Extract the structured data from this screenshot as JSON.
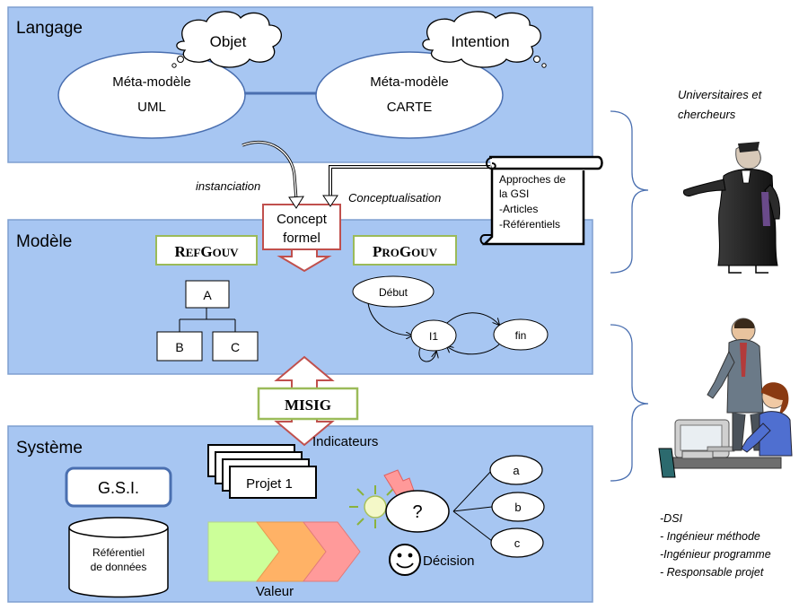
{
  "layers": {
    "langage": "Langage",
    "modele": "Modèle",
    "systeme": "Système"
  },
  "langage": {
    "cloud_left": "Objet",
    "cloud_right": "Intention",
    "meta_uml_line1": "Méta-modèle",
    "meta_uml_line2": "UML",
    "meta_carte_line1": "Méta-modèle",
    "meta_carte_line2": "CARTE"
  },
  "links": {
    "instanciation": "instanciation",
    "conceptualisation": "Conceptualisation"
  },
  "concept": {
    "line1": "Concept",
    "line2": "formel"
  },
  "scroll": {
    "lines": [
      "Approches de",
      "la GSI",
      "-Articles",
      "-Référentiels"
    ]
  },
  "modele": {
    "refgouv": {
      "big1": "R",
      "small1": "EF",
      "big2": "G",
      "small2": "OUV"
    },
    "progouv": {
      "big1": "P",
      "small1": "RO",
      "big2": "G",
      "small2": "OUV"
    },
    "tree": {
      "root": "A",
      "left": "B",
      "right": "C"
    },
    "states": {
      "start": "Début",
      "i1": "I1",
      "end": "fin"
    }
  },
  "misig": "MISIG",
  "systeme": {
    "indicateurs": "Indicateurs",
    "gsi": "G.S.I.",
    "projet": "Projet 1",
    "referentiel_line1": "Référentiel",
    "referentiel_line2": "de données",
    "question": "?",
    "options": [
      "a",
      "b",
      "c"
    ],
    "decision": "Décision",
    "valeur": "Valeur"
  },
  "actors": {
    "academic_line1": "Universitaires et",
    "academic_line2": "chercheurs",
    "roles": [
      "-DSI",
      "- Ingénieur méthode",
      "-Ingénieur programme",
      "- Responsable projet"
    ]
  },
  "colors": {
    "layer_fill": "#a7c6f2",
    "layer_stroke": "#7f9fd0",
    "concept_stroke": "#c0504d",
    "label_box_stroke": "#9bbb59",
    "chevron_green": "#ccff99",
    "chevron_orange": "#ffb266",
    "chevron_red": "#ff9a9a"
  }
}
